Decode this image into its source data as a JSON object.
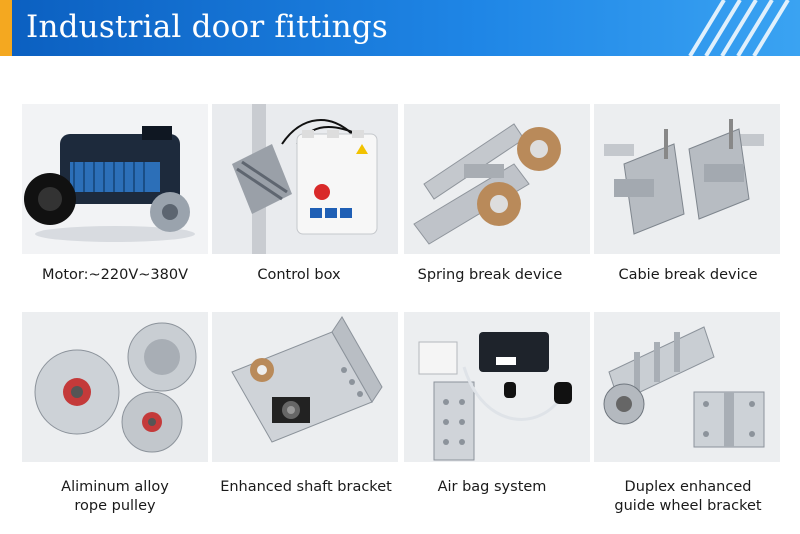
{
  "header": {
    "title": "Industrial door fittings",
    "accent_color": "#f4a820",
    "background_color": "#1877d6"
  },
  "products": [
    {
      "line1": "Motor:~220V~380V",
      "line2": "",
      "icon": "motor-image"
    },
    {
      "line1": "Control box",
      "line2": "",
      "icon": "control-box-image"
    },
    {
      "line1": "Spring break device",
      "line2": "",
      "icon": "spring-break-device-image"
    },
    {
      "line1": "Cabie break device",
      "line2": "",
      "icon": "cable-break-device-image"
    },
    {
      "line1": "Aliminum alloy",
      "line2": "rope pulley",
      "icon": "rope-pulley-image"
    },
    {
      "line1": "Enhanced shaft bracket",
      "line2": "",
      "icon": "shaft-bracket-image"
    },
    {
      "line1": "Air bag system",
      "line2": "",
      "icon": "air-bag-system-image"
    },
    {
      "line1": "Duplex enhanced",
      "line2": "guide wheel bracket",
      "icon": "guide-wheel-bracket-image"
    }
  ]
}
